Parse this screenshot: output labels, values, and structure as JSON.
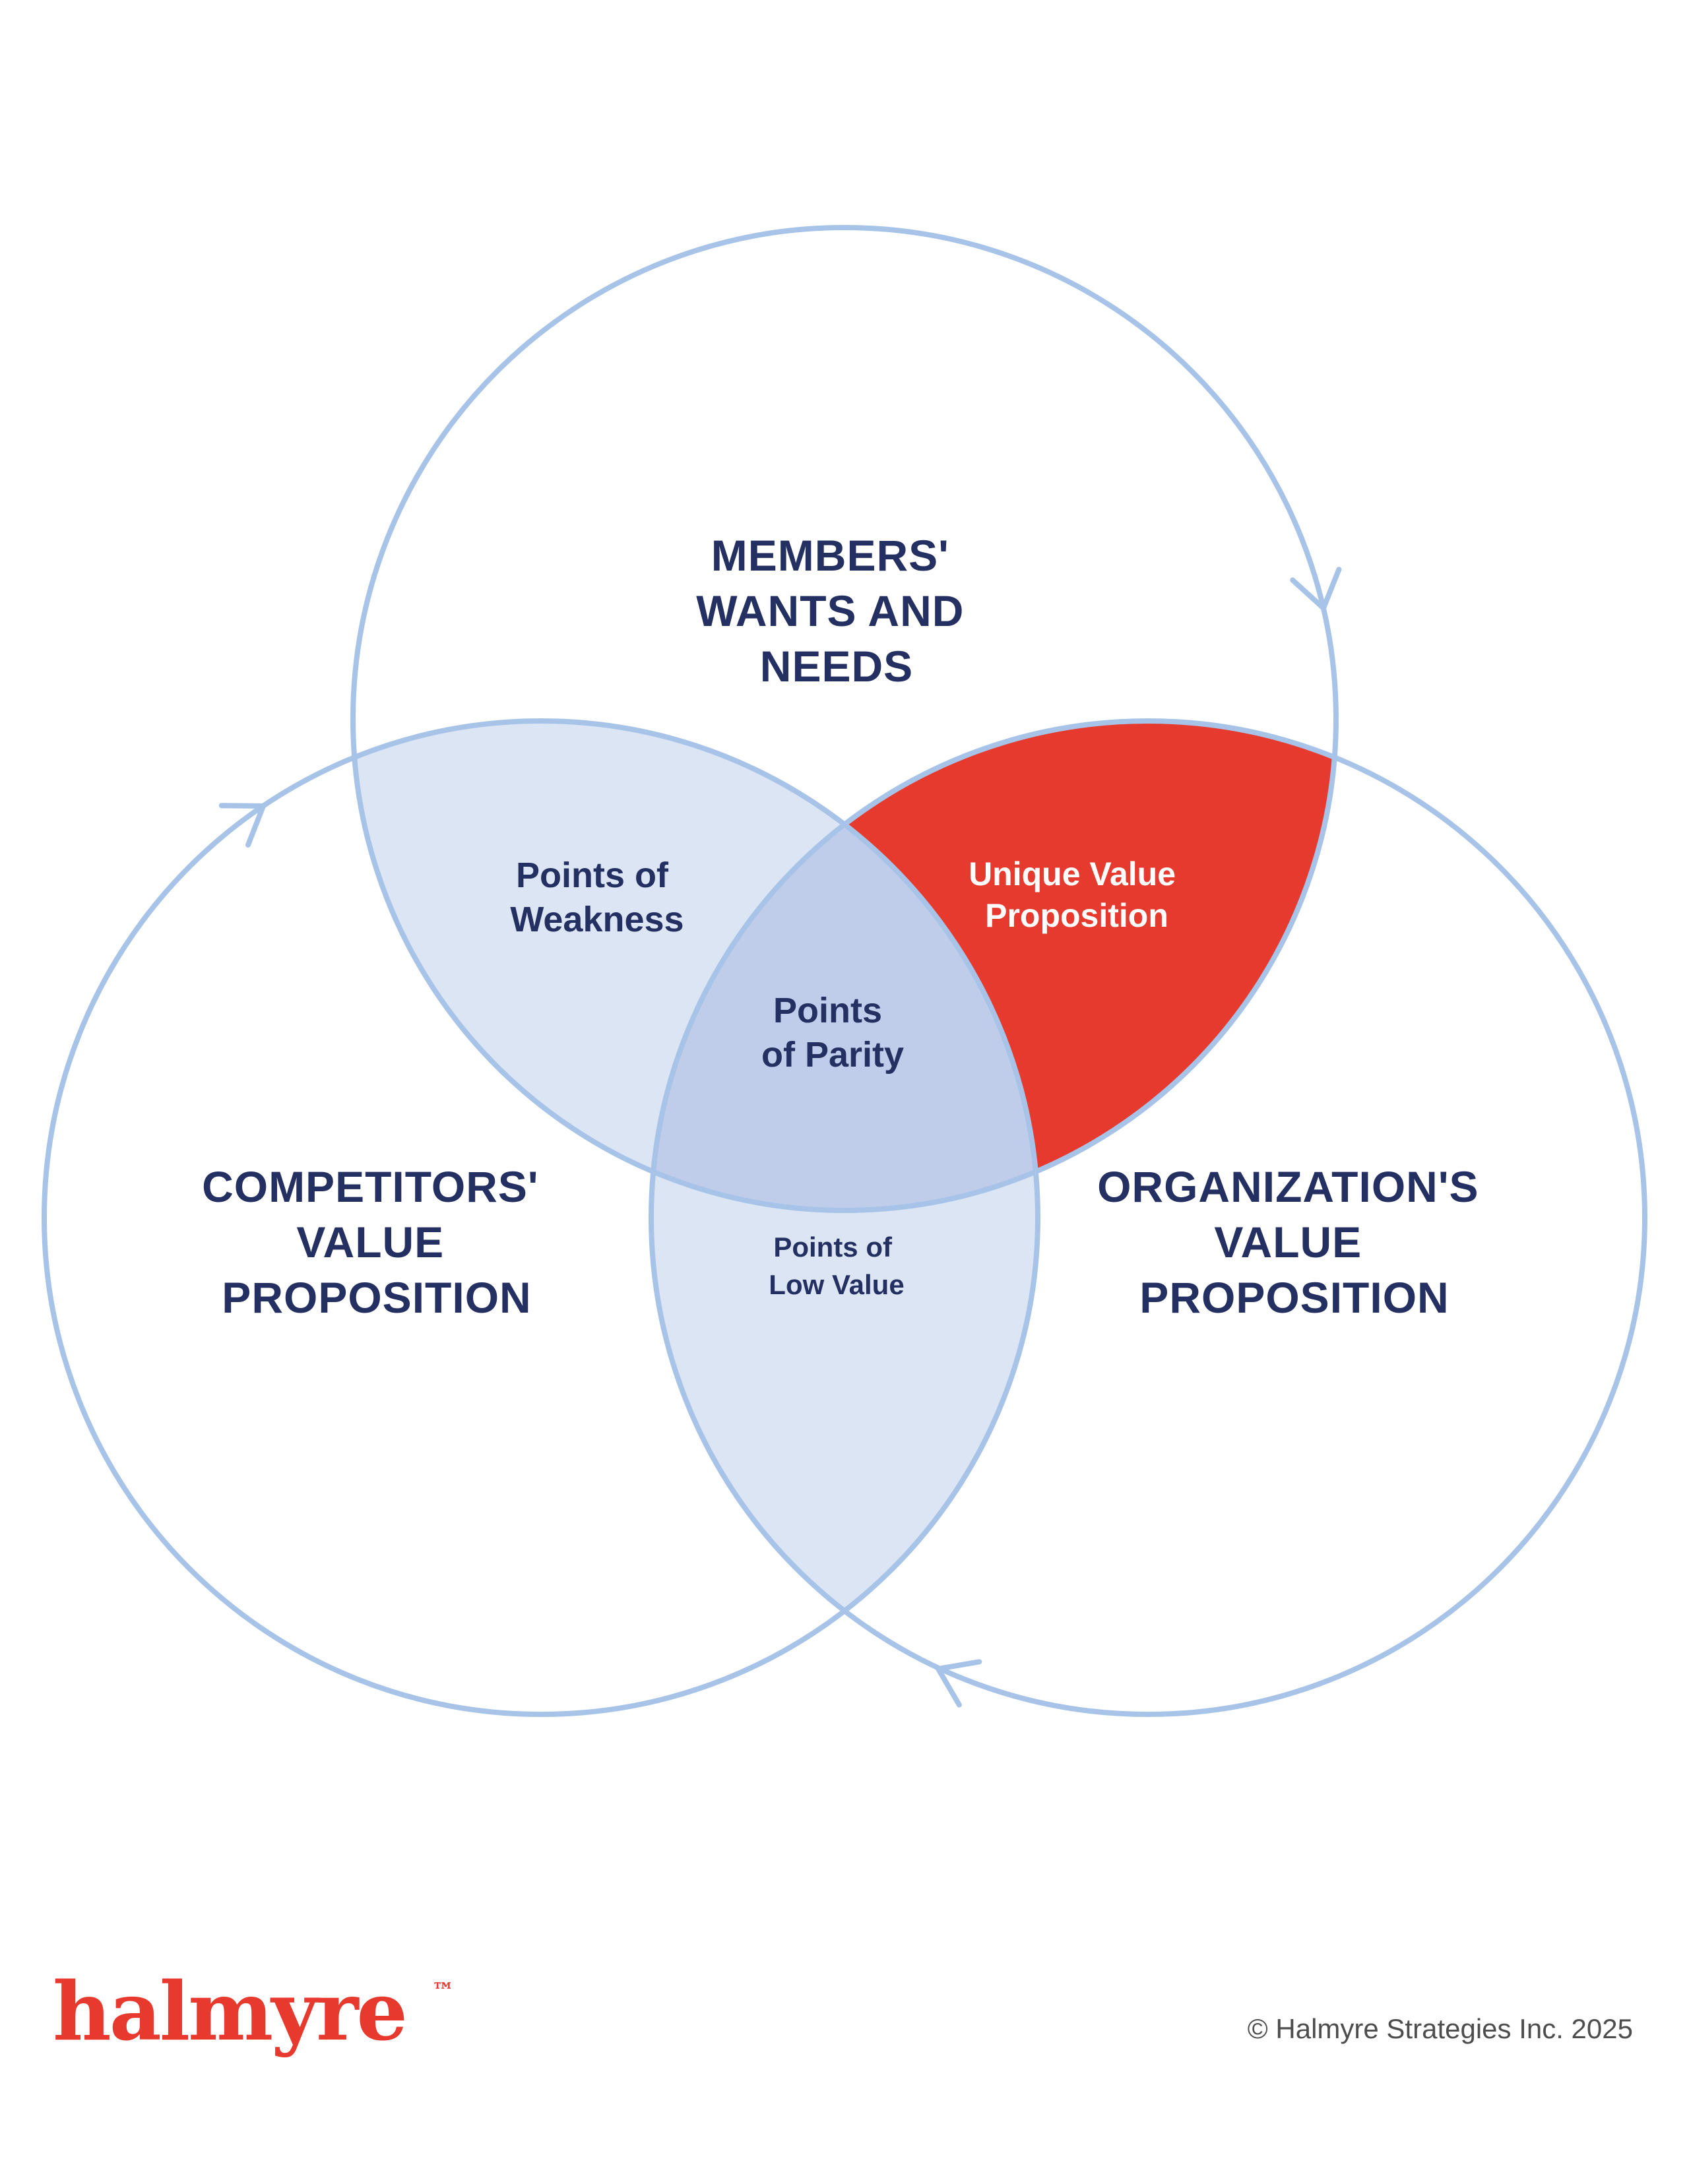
{
  "colors": {
    "circle_stroke": "#a7c4e8",
    "lens_light_blue": "#dbe5f4",
    "lens_center_blue": "#c0cdea",
    "lens_red": "#e63a2e",
    "navy_text": "#233061",
    "white_text": "#ffffff",
    "logo_red": "#e8392e",
    "copyright_gray": "#4d4d4d"
  },
  "venn": {
    "top_circle_label": {
      "lines": [
        "MEMBERS'",
        "WANTS AND",
        "NEEDS"
      ]
    },
    "left_circle_label": {
      "lines": [
        "COMPETITORS'",
        "VALUE",
        "PROPOSITION"
      ]
    },
    "right_circle_label": {
      "lines": [
        "ORGANIZATION'S",
        "VALUE",
        "PROPOSITION"
      ]
    },
    "overlap_top_left": {
      "lines": [
        "Points of",
        "Weakness"
      ]
    },
    "overlap_top_right": {
      "lines": [
        "Unique Value",
        "Proposition"
      ]
    },
    "overlap_center": {
      "lines": [
        "Points",
        "of Parity"
      ]
    },
    "overlap_bottom": {
      "lines": [
        "Points of",
        "Low Value"
      ]
    }
  },
  "footer": {
    "logo_text": "halmyre",
    "logo_tm": "™",
    "copyright": "© Halmyre Strategies Inc. 2025"
  }
}
